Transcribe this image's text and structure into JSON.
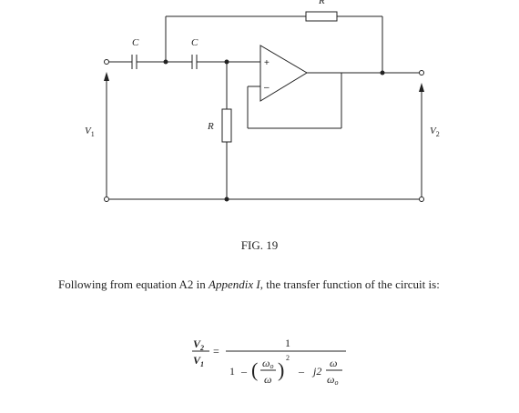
{
  "figure": {
    "caption": "FIG. 19",
    "labels": {
      "capacitor_left": "C",
      "capacitor_right": "C",
      "resistor_shunt": "R",
      "resistor_feedback": "R",
      "input_voltage": "V",
      "input_voltage_sub": "1",
      "output_voltage": "V",
      "output_voltage_sub": "2",
      "opamp_plus": "+",
      "opamp_minus": "–"
    }
  },
  "paragraph": {
    "before": "Following from equation A2 in ",
    "reference": "Appendix I",
    "after": ", the transfer function of the circuit is:"
  },
  "equation": {
    "lhs_num": "V",
    "lhs_num_sub": "2",
    "lhs_den": "V",
    "lhs_den_sub": "1",
    "equals": "=",
    "rhs_num": "1",
    "one": "1",
    "minus1": "–",
    "omega_o": "ω",
    "sub_o": "o",
    "omega": "ω",
    "exponent": "2",
    "minus2": "–",
    "j2": "j2",
    "paren_open": "(",
    "paren_close": ")"
  }
}
